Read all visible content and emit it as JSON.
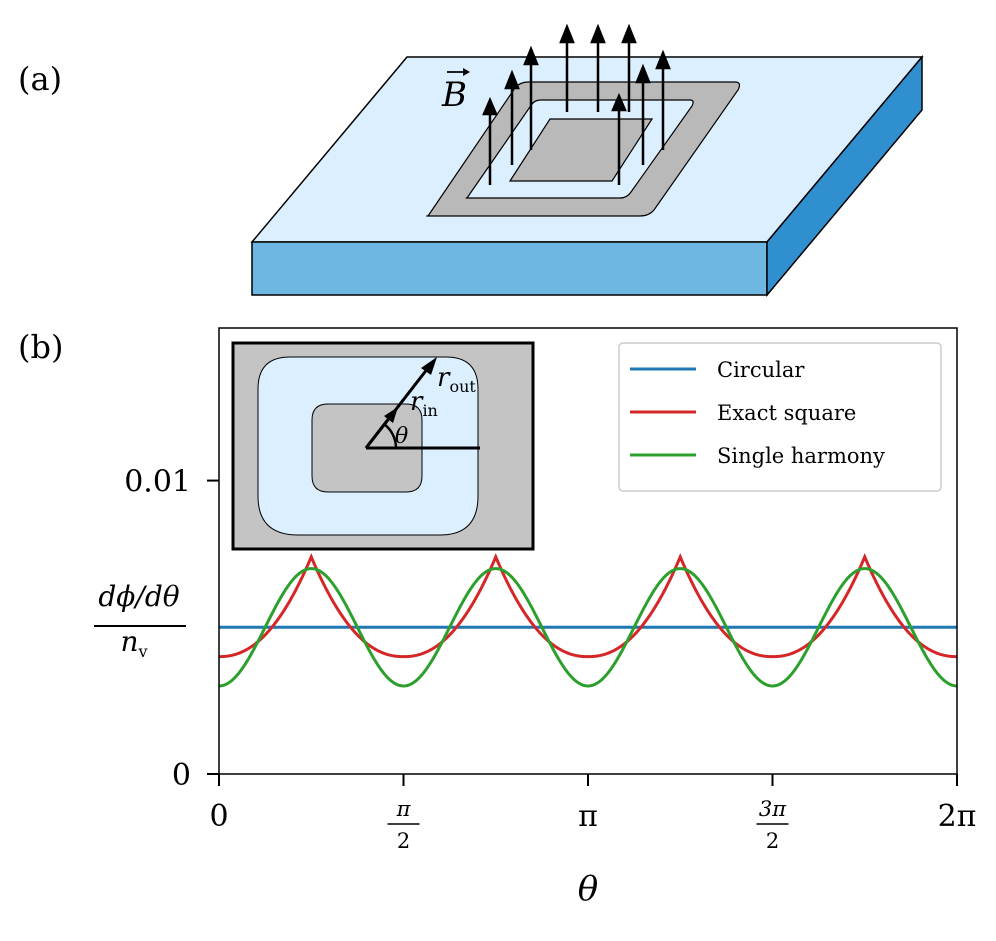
{
  "panels": {
    "a_label": "(a)",
    "b_label": "(b)"
  },
  "schematic": {
    "field_label": "B"
  },
  "inset": {
    "r_out_label": "r",
    "r_out_sub": "out",
    "r_in_label": "r",
    "r_in_sub": "in",
    "angle_label": "θ"
  },
  "colors": {
    "circular": "#1f77b4",
    "exact_square": "#d62728",
    "single_harmony": "#2ca02c",
    "slab_top": "#dcefff",
    "slab_front": "#6db7e2",
    "slab_side": "#2f8fcf",
    "film": "#b9b9b9",
    "inset_bg": "#c4c4c4",
    "inset_ring": "#dcefff"
  },
  "chart_data": {
    "type": "line",
    "xlabel": "θ",
    "ylabel_num": "dϕ/dθ",
    "ylabel_den": "n",
    "ylabel_den_sub": "v",
    "xlim": [
      0,
      6.2832
    ],
    "ylim": [
      0,
      0.0152
    ],
    "xticks": [
      {
        "value": 0,
        "label": "0"
      },
      {
        "value": 1.5708,
        "label_num": "π",
        "label_den": "2"
      },
      {
        "value": 3.1416,
        "label": "π"
      },
      {
        "value": 4.7124,
        "label_num": "3π",
        "label_den": "2"
      },
      {
        "value": 6.2832,
        "label": "2π"
      }
    ],
    "yticks": [
      {
        "value": 0,
        "label": "0"
      },
      {
        "value": 0.01,
        "label": "0.01"
      }
    ],
    "legend": {
      "position": "top-right"
    },
    "series": [
      {
        "name": "Circular",
        "kind": "constant",
        "value": 0.005
      },
      {
        "name": "Exact square",
        "kind": "cusp",
        "min": 0.004,
        "max": 0.0074,
        "period": 1.5708,
        "first_peak": 0.7854
      },
      {
        "name": "Single harmony",
        "kind": "cosine",
        "min": 0.003,
        "max": 0.007,
        "period": 1.5708,
        "first_peak": 0.7854
      }
    ]
  }
}
